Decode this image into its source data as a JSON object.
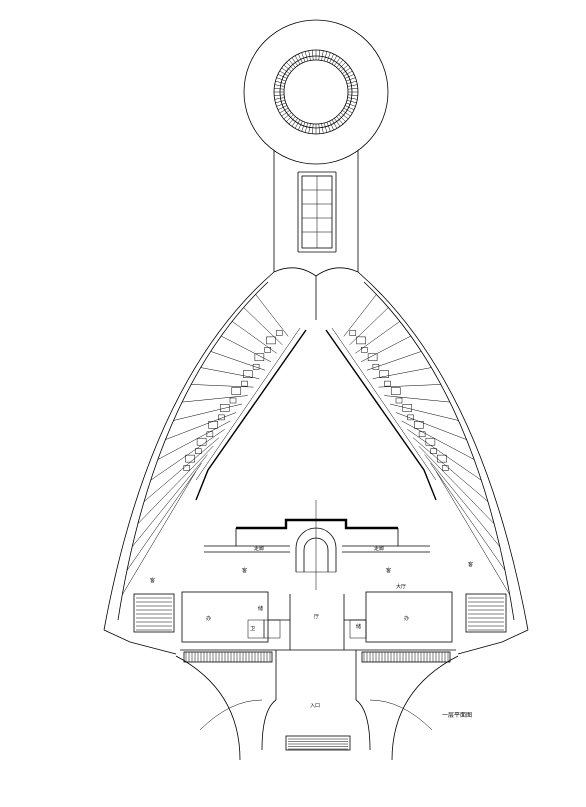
{
  "drawing": {
    "title": "一层平面图"
  },
  "labels": {
    "lobby": "大厅",
    "corridor_left": "走廊",
    "corridor_right": "走廊",
    "room_left": "客",
    "room_right": "客",
    "office_left": "办",
    "office_right": "办",
    "hall_center": "厅",
    "store_left": "储",
    "store_right": "储",
    "wc": "卫",
    "entrance": "入口",
    "wing_left": "客",
    "wing_right": "客"
  },
  "colors": {
    "line": "#000000",
    "background": "#ffffff"
  }
}
